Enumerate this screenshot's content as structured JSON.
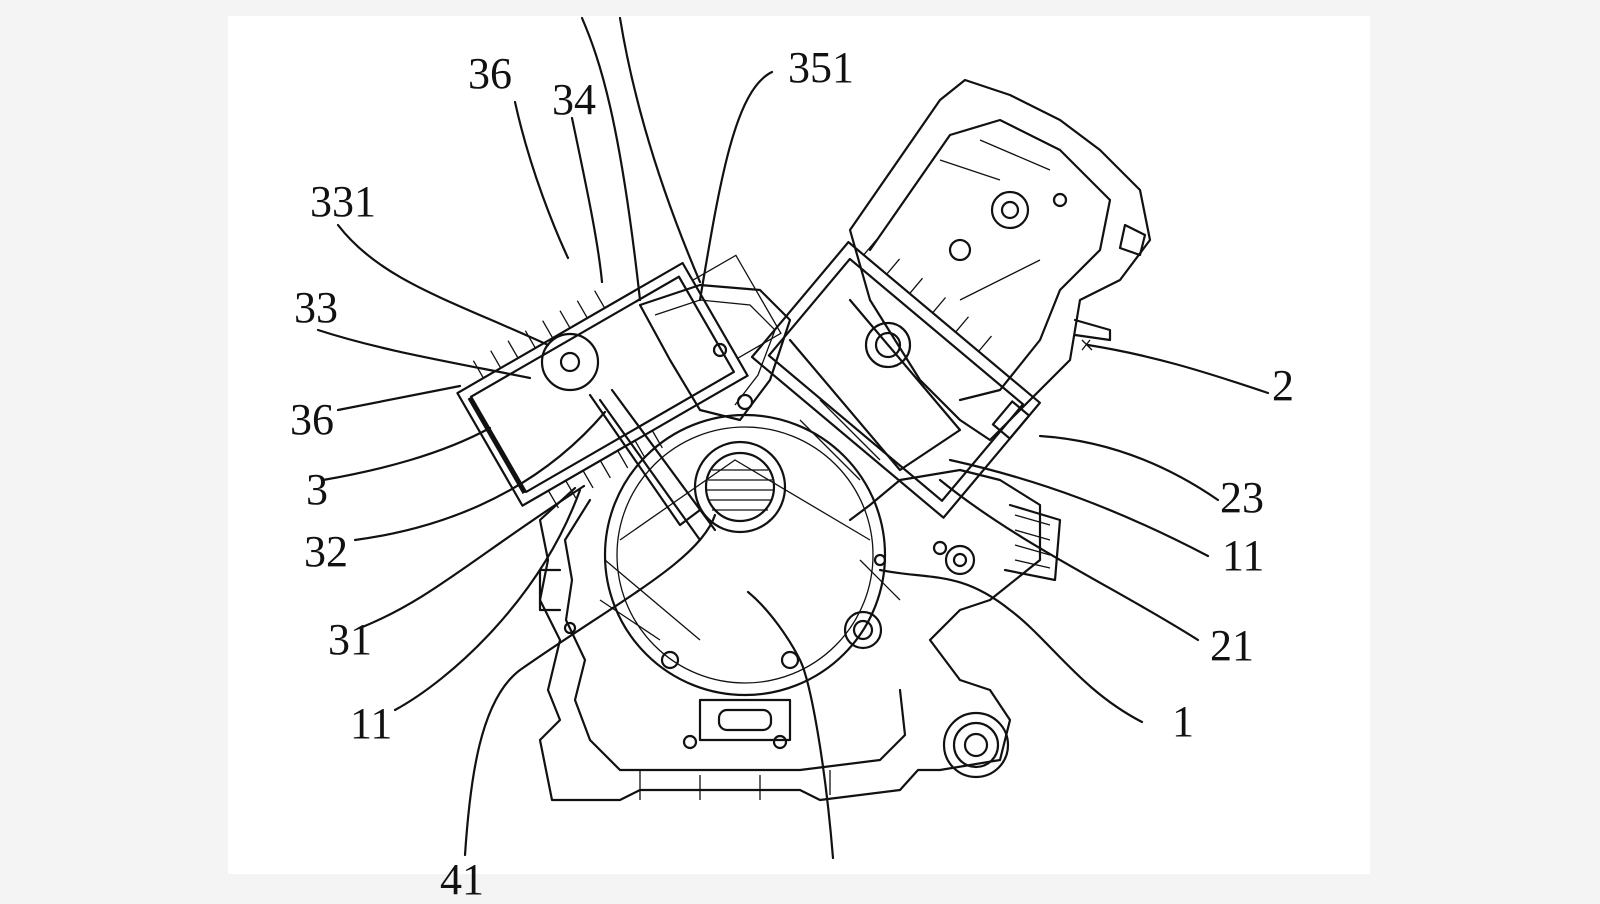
{
  "figure": {
    "background": "#ffffff",
    "line_color": "#111111",
    "labels": [
      {
        "id": "l36a",
        "text": "36"
      },
      {
        "id": "l34",
        "text": "34"
      },
      {
        "id": "l351",
        "text": "351"
      },
      {
        "id": "l331",
        "text": "331"
      },
      {
        "id": "l33",
        "text": "33"
      },
      {
        "id": "l36b",
        "text": "36"
      },
      {
        "id": "l3",
        "text": "3"
      },
      {
        "id": "l32",
        "text": "32"
      },
      {
        "id": "l31",
        "text": "31"
      },
      {
        "id": "l11a",
        "text": "11"
      },
      {
        "id": "l41",
        "text": "41"
      },
      {
        "id": "l2",
        "text": "2"
      },
      {
        "id": "l23",
        "text": "23"
      },
      {
        "id": "l11b",
        "text": "11"
      },
      {
        "id": "l21",
        "text": "21"
      },
      {
        "id": "l1",
        "text": "1"
      }
    ]
  }
}
